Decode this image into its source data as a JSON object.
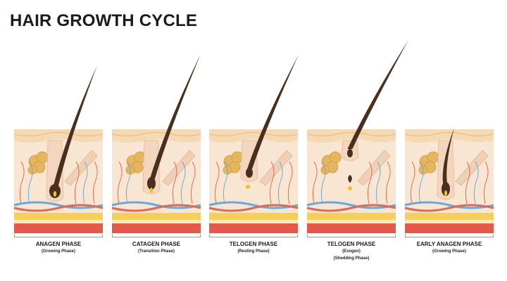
{
  "page": {
    "title": "HAIR GROWTH CYCLE"
  },
  "palette": {
    "epidermis": "#f5d9b4",
    "epidermis_line": "#e8b77d",
    "dermis": "#f9e6d2",
    "hair": "#4a2f1f",
    "bulb_core": "#f2c21e",
    "gland": "#e6b560",
    "muscle": "#efcfb6",
    "vein_blue": "#6aa9d8",
    "vein_red": "#e2675b",
    "fat_yellow": "#f6cf5a",
    "muscle_red": "#e35a4d"
  },
  "stages": [
    {
      "phase": "ANAGEN PHASE",
      "detail": "(Growing Phase)",
      "extra": ""
    },
    {
      "phase": "CATAGEN PHASE",
      "detail": "(Transition Phase)",
      "extra": ""
    },
    {
      "phase": "TELOGEN PHASE",
      "detail": "(Resting Phase)",
      "extra": ""
    },
    {
      "phase": "TELOGEN PHASE",
      "detail": "(Exogen)",
      "extra": "(Shedding Phase)"
    },
    {
      "phase": "EARLY ANAGEN PHASE",
      "detail": "(Growing Phase)",
      "extra": ""
    }
  ]
}
